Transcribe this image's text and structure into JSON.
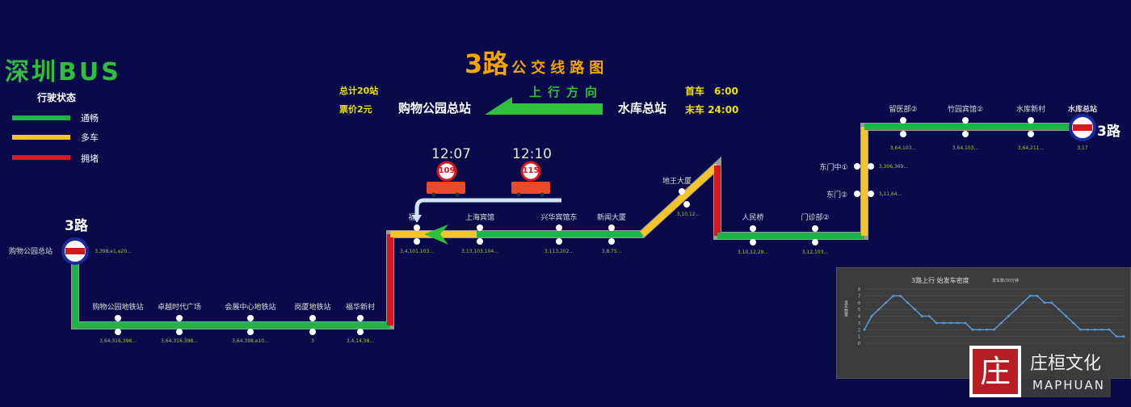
{
  "brand": "深圳BUS",
  "legend": {
    "title": "行驶状态",
    "items": [
      {
        "label": "通畅",
        "color": "#1fb34a"
      },
      {
        "label": "多车",
        "color": "#f5c32a"
      },
      {
        "label": "拥堵",
        "color": "#d8171f"
      }
    ]
  },
  "header": {
    "route": "3路",
    "title": "公交线路图",
    "total": "总计20站",
    "fare": "票价2元",
    "from": "购物公园总站",
    "to": "水库总站",
    "direction": "上行方向",
    "first": "首车　6:00",
    "last": "末车 24:00"
  },
  "route_label": "3路",
  "buses": [
    {
      "time": "12:07",
      "number": "109"
    },
    {
      "time": "12:10",
      "number": "115"
    }
  ],
  "stations": [
    {
      "name": "购物公园总站",
      "sub": "3,398,e1,e20..."
    },
    {
      "name": "购物公园地铁站",
      "sub": "3,64,316,398..."
    },
    {
      "name": "卓越时代广场",
      "sub": "3,64,316,398..."
    },
    {
      "name": "会展中心地铁站",
      "sub": "3,64,398,e10..."
    },
    {
      "name": "岗厦地铁站",
      "sub": "3"
    },
    {
      "name": "福华新村",
      "sub": "3,4,14,38..."
    },
    {
      "name": "福",
      "sub": "3,4,101,103..."
    },
    {
      "name": "上海宾馆",
      "sub": "3,13,103,104..."
    },
    {
      "name": "兴华宾馆东",
      "sub": "3,113,202..."
    },
    {
      "name": "新闻大厦",
      "sub": "3,8,75..."
    },
    {
      "name": "地王大厦",
      "sub": "3,10,12..."
    },
    {
      "name": "人民桥",
      "sub": "3,10,12,29..."
    },
    {
      "name": "门诊部②",
      "sub": "3,12,103..."
    },
    {
      "name": "东门②",
      "sub": "3,11,64..."
    },
    {
      "name": "东门中①",
      "sub": "3,306,369..."
    },
    {
      "name": "留医部②",
      "sub": "3,64,103..."
    },
    {
      "name": "竹园宾馆②",
      "sub": "3,64,103..."
    },
    {
      "name": "水库新村",
      "sub": "3,64,211..."
    },
    {
      "name": "水库总站",
      "sub": "3,17"
    }
  ],
  "chart_data": {
    "type": "line",
    "title": "3路上行 始发车密度",
    "subtitle": "发车数/30分钟",
    "ylabel": "发车数量",
    "ylim": [
      0,
      8
    ],
    "yticks": [
      0,
      1,
      2,
      3,
      4,
      5,
      6,
      7,
      8
    ],
    "values": [
      2,
      4,
      5,
      6,
      7,
      7,
      6,
      5,
      4,
      4,
      3,
      3,
      3,
      3,
      3,
      2,
      2,
      2,
      2,
      3,
      4,
      5,
      6,
      7,
      7,
      6,
      6,
      5,
      4,
      3,
      2,
      2,
      2,
      2,
      2,
      1,
      1
    ],
    "color": "#5b9bd5"
  },
  "logo": {
    "cn": "庄桓文化",
    "en": "MAPHUAN"
  }
}
